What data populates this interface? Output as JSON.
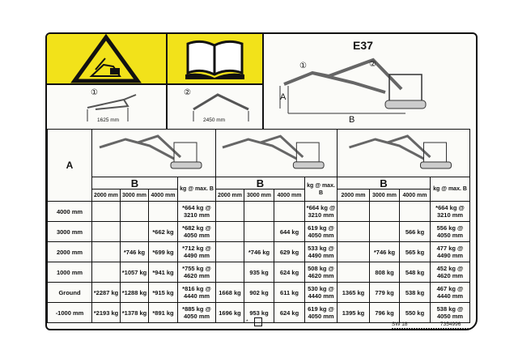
{
  "model": "E37",
  "top_diagram": {
    "label_a": "A",
    "label_b": "B",
    "marker_1": "①",
    "marker_2": "②"
  },
  "arm_options": [
    {
      "marker": "①",
      "length": "1625 mm"
    },
    {
      "marker": "②",
      "length": "2450 mm"
    }
  ],
  "icons": [
    "warning-triangle-icon",
    "manual-book-icon"
  ],
  "colors": {
    "warning_yellow": "#f2e21a"
  },
  "table": {
    "height_header": "A",
    "reach_header": "B",
    "columns": [
      "2000 mm",
      "3000 mm",
      "4000 mm"
    ],
    "max_header": "kg @ max. B",
    "row_labels": [
      "4000 mm",
      "3000 mm",
      "2000 mm",
      "1000 mm",
      "Ground",
      "-1000 mm"
    ],
    "blocks": [
      {
        "rows": [
          [
            "",
            "",
            "",
            "*664 kg @ 3210 mm"
          ],
          [
            "",
            "",
            "*662 kg",
            "*682 kg @ 4050 mm"
          ],
          [
            "",
            "*746 kg",
            "*699 kg",
            "*712 kg @ 4490 mm"
          ],
          [
            "",
            "*1057 kg",
            "*941 kg",
            "*755 kg @ 4620 mm"
          ],
          [
            "*2287 kg",
            "*1288 kg",
            "*915 kg",
            "*816 kg @ 4440 mm"
          ],
          [
            "*2193 kg",
            "*1378 kg",
            "*891 kg",
            "*885 kg @ 4050 mm"
          ]
        ]
      },
      {
        "rows": [
          [
            "",
            "",
            "",
            "*664 kg @ 3210 mm"
          ],
          [
            "",
            "",
            "644 kg",
            "619 kg @ 4050 mm"
          ],
          [
            "",
            "*746 kg",
            "629 kg",
            "533 kg @ 4490 mm"
          ],
          [
            "",
            "935 kg",
            "624 kg",
            "508 kg @ 4620 mm"
          ],
          [
            "1668 kg",
            "902 kg",
            "611 kg",
            "530 kg @ 4440 mm"
          ],
          [
            "1696 kg",
            "953 kg",
            "624 kg",
            "619 kg @ 4050 mm"
          ]
        ]
      },
      {
        "rows": [
          [
            "",
            "",
            "",
            "*664 kg @ 3210 mm"
          ],
          [
            "",
            "",
            "566 kg",
            "556 kg @ 4050 mm"
          ],
          [
            "",
            "*746 kg",
            "565 kg",
            "477 kg @ 4490 mm"
          ],
          [
            "",
            "808 kg",
            "548 kg",
            "452 kg @ 4620 mm"
          ],
          [
            "1365 kg",
            "779 kg",
            "538 kg",
            "467 kg @ 4440 mm"
          ],
          [
            "1395 kg",
            "796 kg",
            "550 kg",
            "538 kg @ 4050 mm"
          ]
        ]
      }
    ]
  },
  "footer": {
    "asterisk": "*",
    "code": "SW 18",
    "part_number": "7354996"
  }
}
